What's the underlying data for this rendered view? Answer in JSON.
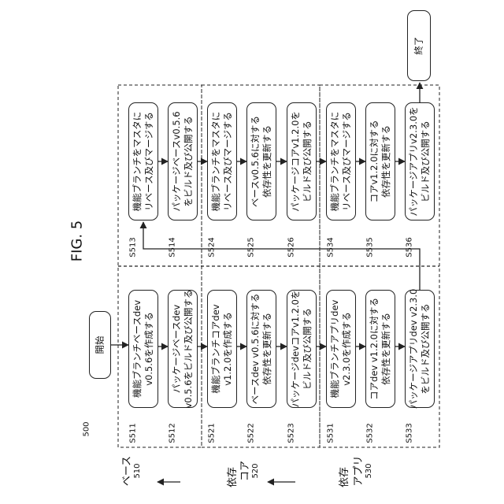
{
  "figure": {
    "title": "FIG. 5",
    "ref": "500"
  },
  "lanes": [
    {
      "name": "ベース",
      "id": "510"
    },
    {
      "name": "コア",
      "id": "520"
    },
    {
      "name": "アプリ",
      "id": "530"
    }
  ],
  "dependency_label": "依存",
  "start": {
    "label": "開始"
  },
  "end": {
    "label": "終了"
  },
  "steps": {
    "s511": {
      "code": "S511",
      "lines": [
        "機能ブランチベースdev",
        "v0.5.6を作成する"
      ]
    },
    "s512": {
      "code": "S512",
      "lines": [
        "パッケージベースdev",
        "v0.5.6をビルド及び公開する"
      ]
    },
    "s513": {
      "code": "S513",
      "lines": [
        "機能ブランチをマスタに",
        "リベース及びマージする"
      ]
    },
    "s514": {
      "code": "S514",
      "lines": [
        "パッケージベースv0.5.6",
        "をビルド及び公開する"
      ]
    },
    "s521": {
      "code": "S521",
      "lines": [
        "機能ブランチコアdev",
        "v1.2.0を作成する"
      ]
    },
    "s522": {
      "code": "S522",
      "lines": [
        "ベースdev v0.5.6に対する",
        "依存性を更新する"
      ]
    },
    "s523": {
      "code": "S523",
      "lines": [
        "パッケージdevコアv1.2.0を",
        "ビルド及び公開する"
      ]
    },
    "s524": {
      "code": "S524",
      "lines": [
        "機能ブランチをマスタに",
        "リベース及びマージする"
      ]
    },
    "s525": {
      "code": "S525",
      "lines": [
        "ベースv0.5.6に対する",
        "依存性を更新する"
      ]
    },
    "s526": {
      "code": "S526",
      "lines": [
        "パッケージコアv1.2.0を",
        "ビルド及び公開する"
      ]
    },
    "s531": {
      "code": "S531",
      "lines": [
        "機能ブランチアプリdev",
        "v2.3.0を作成する"
      ]
    },
    "s532": {
      "code": "S532",
      "lines": [
        "コアdev v1.2.0に対する",
        "依存性を更新する"
      ]
    },
    "s533": {
      "code": "S533",
      "lines": [
        "パッケージアプリdev v2.3.0",
        "をビルド及び公開する"
      ]
    },
    "s534": {
      "code": "S534",
      "lines": [
        "機能ブランチをマスタに",
        "リベース及びマージする"
      ]
    },
    "s535": {
      "code": "S535",
      "lines": [
        "コアv1.2.0に対する",
        "依存性を更新する"
      ]
    },
    "s536": {
      "code": "S536",
      "lines": [
        "パッケージアプリv2.3.0を",
        "ビルド及び公開する"
      ]
    }
  }
}
